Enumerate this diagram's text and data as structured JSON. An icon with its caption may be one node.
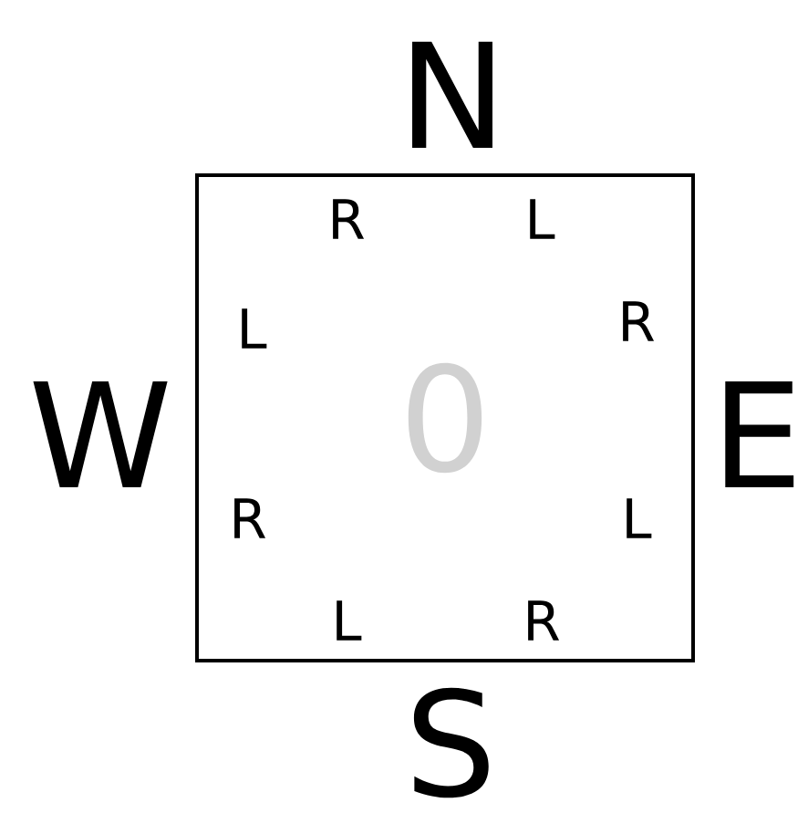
{
  "diagram": {
    "nodes": [
      {
        "text": [
          "0"
        ]
      }
    ],
    "labels": [
      "N",
      "R",
      "L",
      "L",
      "R",
      "W",
      "E",
      "R",
      "L",
      "L",
      "R",
      "S"
    ]
  }
}
